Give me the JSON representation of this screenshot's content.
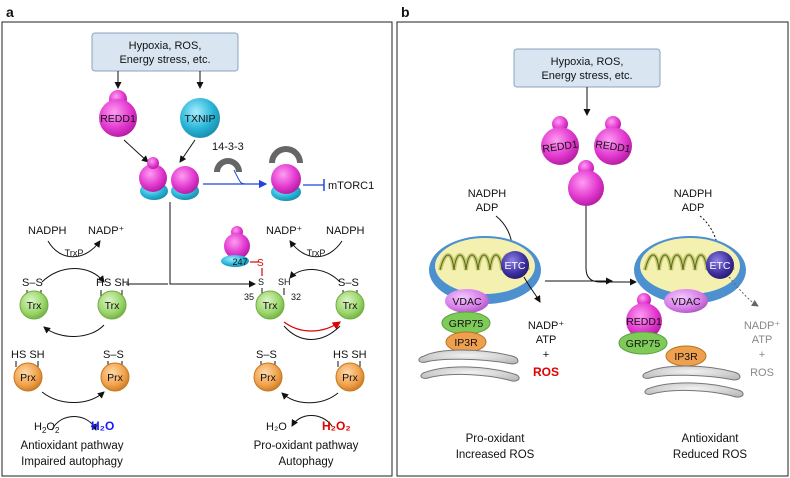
{
  "panel_a": {
    "letter": "a",
    "stimulus": [
      "Hypoxia, ROS,",
      "Energy stress, etc."
    ],
    "redd1": "REDD1",
    "txnip": "TXNIP",
    "adapter": "14-3-3",
    "mtorc1": "mTORC1",
    "left_cycle": {
      "nadph": "NADPH",
      "nadp": "NADP⁺",
      "enzyme": "TrxP",
      "trx_ox_bond": "S–S",
      "trx_red_bond": "HS  SH",
      "trx": "Trx",
      "prx_red_bond": "HS  SH",
      "prx_ox_bond": "S–S",
      "prx": "Prx",
      "h2o2_base": "H",
      "h2o2_sub": "2",
      "h2o2_o": "O",
      "h2o2_sub2": "2",
      "h2o": "H₂O"
    },
    "right_cycle": {
      "nadp": "NADP⁺",
      "nadph": "NADPH",
      "enzyme": "TrxP",
      "residue_247": "247",
      "residue_35": "35",
      "residue_32": "32",
      "s_label": "S",
      "sh_label": "SH",
      "trx_ox_bond": "S–S",
      "trx": "Trx",
      "prx_ox_bond": "S–S",
      "prx_red_bond": "HS  SH",
      "prx": "Prx",
      "h2o": "H₂O",
      "h2o2": "H₂O₂"
    },
    "caption_left": [
      "Antioxidant pathway",
      "Impaired autophagy"
    ],
    "caption_right": [
      "Pro-oxidant pathway",
      "Autophagy"
    ]
  },
  "panel_b": {
    "letter": "b",
    "stimulus": [
      "Hypoxia, ROS,",
      "Energy stress, etc."
    ],
    "redd1": "REDD1",
    "left": {
      "nadph": "NADPH",
      "adp": "ADP",
      "etc": "ETC",
      "vdac": "VDAC",
      "grp75": "GRP75",
      "ip3r": "IP3R",
      "nadp": "NADP⁺",
      "atp": "ATP",
      "plus": "+",
      "ros": "ROS",
      "caption": [
        "Pro-oxidant",
        "Increased ROS"
      ]
    },
    "right": {
      "nadph": "NADPH",
      "adp": "ADP",
      "etc": "ETC",
      "vdac": "VDAC",
      "redd1": "REDD1",
      "grp75": "GRP75",
      "ip3r": "IP3R",
      "nadp": "NADP⁺",
      "atp": "ATP",
      "plus": "+",
      "ros": "ROS",
      "caption": [
        "Antioxidant",
        "Reduced ROS"
      ]
    }
  },
  "colors": {
    "redd1": "#e23ad0",
    "txnip_blue": "#29b6d8",
    "trx_green": "#9ad46a",
    "prx_orange": "#f0a04a",
    "etc_purple": "#3d2f9e",
    "vdac_violet": "#d77ee8",
    "grp75_green": "#7ecb5a",
    "ip3r_orange": "#eea04f",
    "stim_box": "#d9e6f2",
    "h2o_blue": "#1a1aff",
    "h2o2_red": "#e00000",
    "ros_red": "#e00000",
    "inhibit_blue": "#2244dd"
  }
}
